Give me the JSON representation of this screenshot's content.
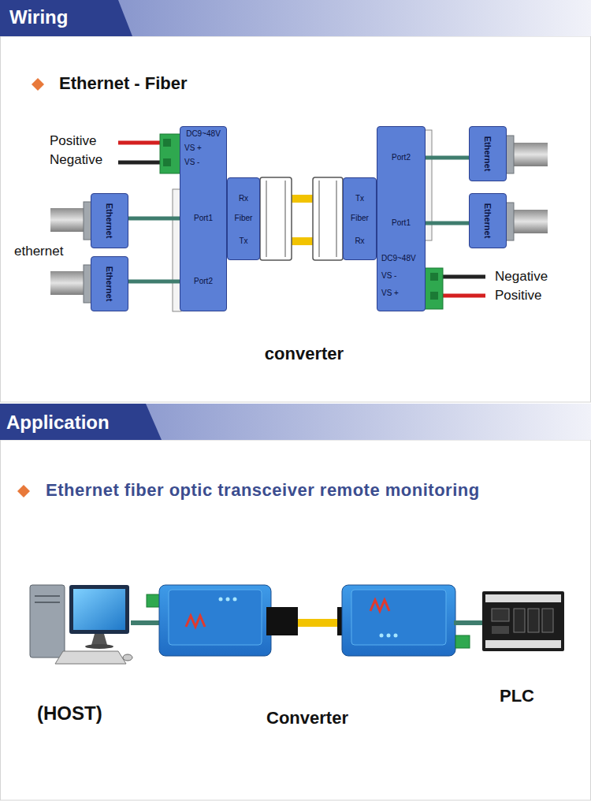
{
  "diagram": {
    "nodes": [
      {
        "text": [
          "DC9~48V",
          "VS +",
          "VS -",
          "Port1",
          "Port2"
        ]
      },
      {
        "text": [
          "Rx",
          "Fiber",
          "Tx"
        ]
      },
      {
        "text": [
          "Ethernet"
        ]
      },
      {
        "text": [
          "Ethernet"
        ]
      },
      {
        "text": [
          "Tx",
          "Fiber",
          "Rx"
        ]
      },
      {
        "text": [
          "Port2",
          "Port1",
          "DC9~48V",
          "VS -",
          "VS +"
        ]
      },
      {
        "text": [
          "Ethernet"
        ]
      },
      {
        "text": [
          "Ethernet"
        ]
      }
    ],
    "edges": [
      {
        "from": 2,
        "to": 0,
        "arrow": "none"
      },
      {
        "from": 3,
        "to": 0,
        "arrow": "none"
      },
      {
        "from": 1,
        "to": 4,
        "arrow": "none"
      },
      {
        "from": 4,
        "to": 1,
        "arrow": "none"
      },
      {
        "from": 5,
        "to": 6,
        "arrow": "none"
      },
      {
        "from": 5,
        "to": 7,
        "arrow": "none"
      }
    ],
    "labels": [
      "Wiring",
      "Ethernet - Fiber",
      "Positive",
      "Negative",
      "ethernet",
      "converter",
      "Negative",
      "Positive",
      "Application",
      "Ethernet fiber optic transceiver remote monitoring",
      "(HOST)",
      "Converter",
      "PLC"
    ]
  }
}
